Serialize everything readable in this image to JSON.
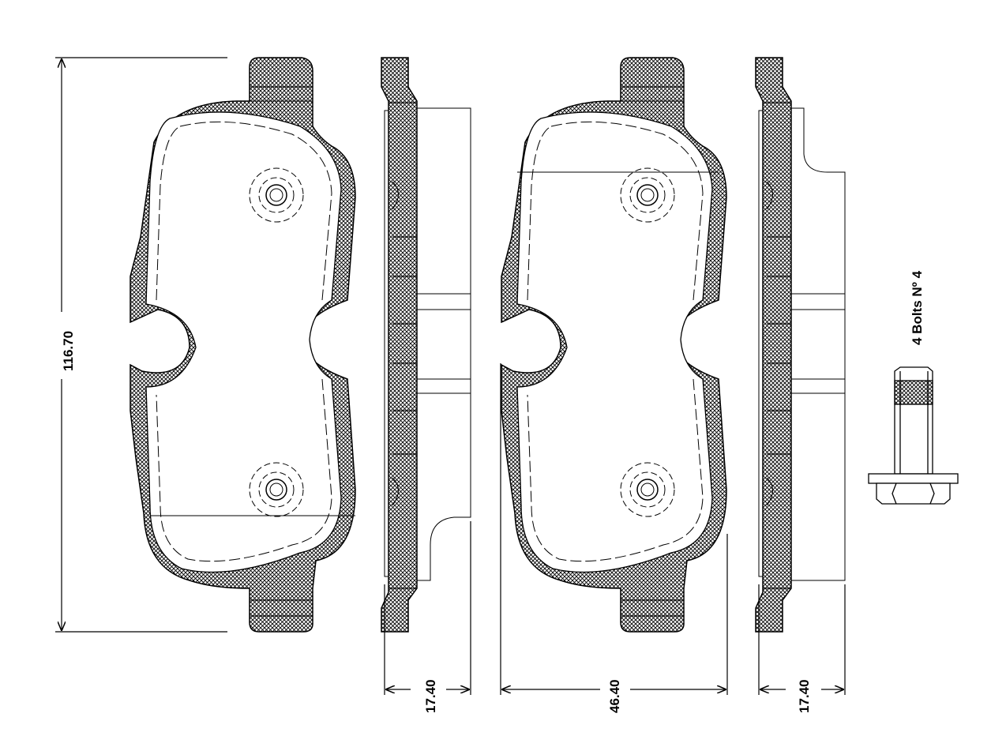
{
  "dimensions": {
    "height": "116.70",
    "side_thickness_left": "17.40",
    "pad_width": "46.40",
    "side_thickness_right": "17.40"
  },
  "bolt_label": "4 Bolts Nº 4",
  "colors": {
    "line": "#000000",
    "background": "#ffffff"
  }
}
